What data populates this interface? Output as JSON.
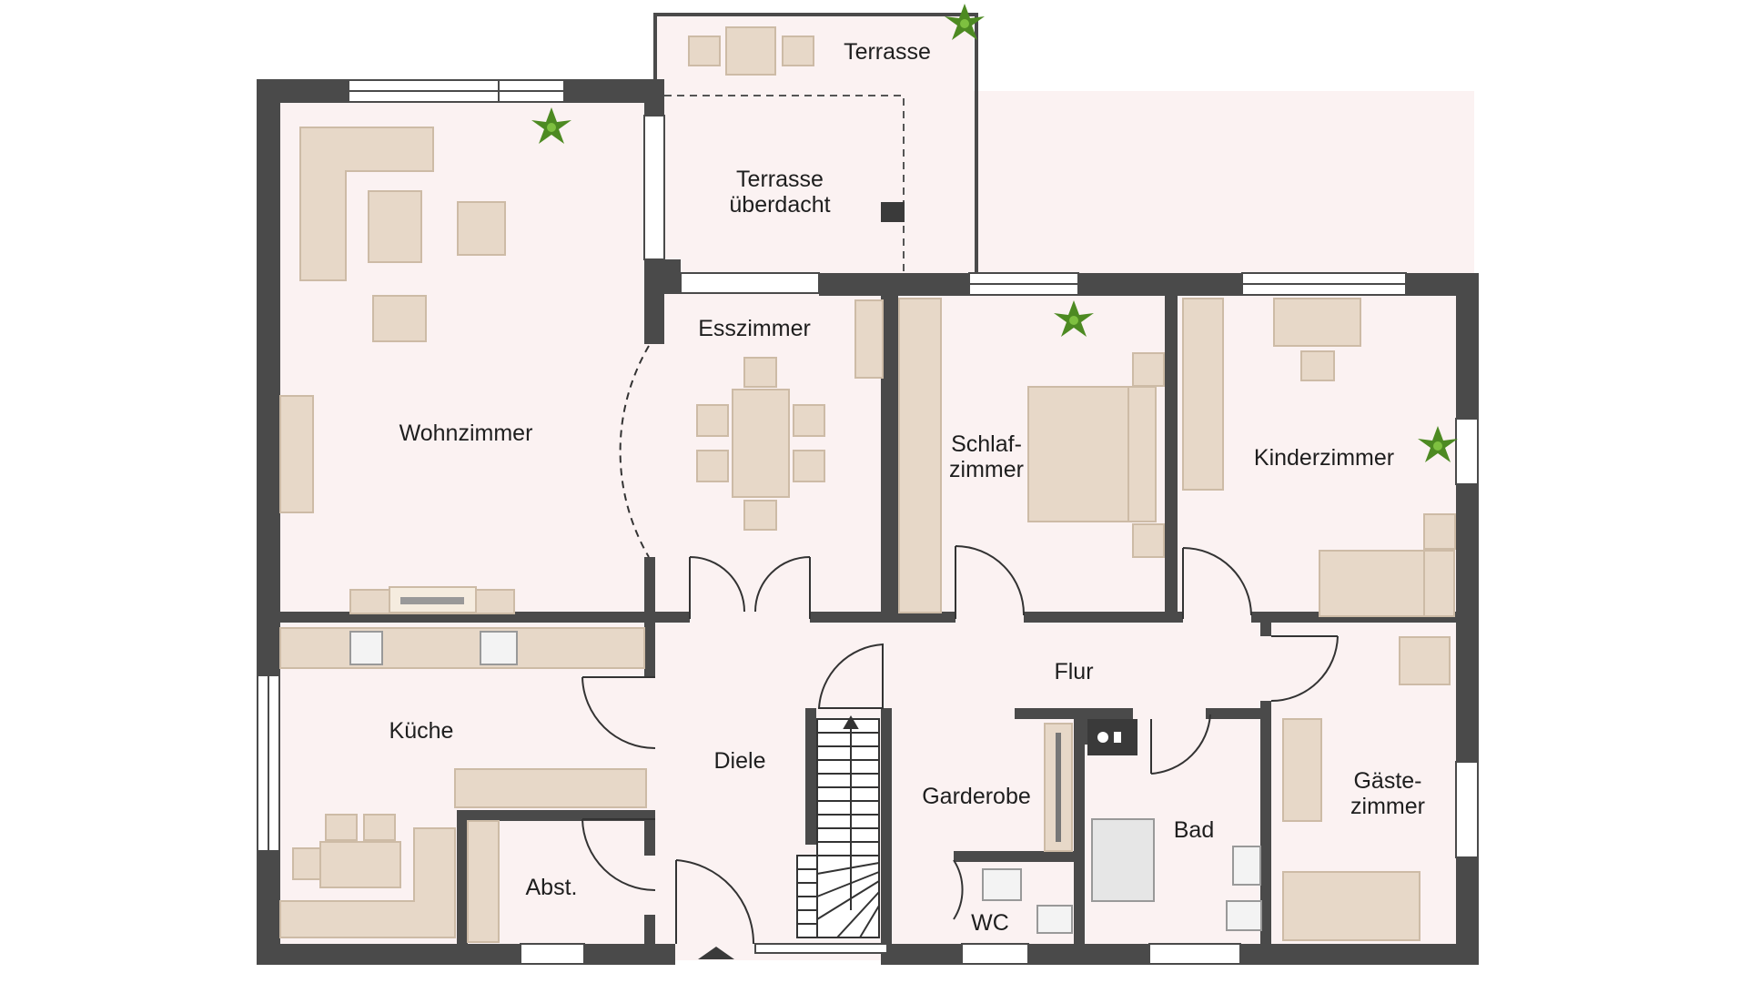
{
  "plan": {
    "colors": {
      "floor": "#fbf2f2",
      "terrace": "#fbf2f2",
      "wall": "#4a4a4a",
      "furniture": "#e7d8c8",
      "furniture_stroke": "#cdbba6",
      "plant": "#5a9a2a"
    },
    "rooms": [
      {
        "id": "terrasse",
        "lines": [
          "Terrasse"
        ]
      },
      {
        "id": "terrasse-ueberdacht",
        "lines": [
          "Terrasse",
          "überdacht"
        ]
      },
      {
        "id": "wohnzimmer",
        "lines": [
          "Wohnzimmer"
        ]
      },
      {
        "id": "esszimmer",
        "lines": [
          "Esszimmer"
        ]
      },
      {
        "id": "schlafzimmer",
        "lines": [
          "Schlaf-",
          "zimmer"
        ]
      },
      {
        "id": "kinderzimmer",
        "lines": [
          "Kinderzimmer"
        ]
      },
      {
        "id": "flur",
        "lines": [
          "Flur"
        ]
      },
      {
        "id": "kueche",
        "lines": [
          "Küche"
        ]
      },
      {
        "id": "diele",
        "lines": [
          "Diele"
        ]
      },
      {
        "id": "garderobe",
        "lines": [
          "Garderobe"
        ]
      },
      {
        "id": "bad",
        "lines": [
          "Bad"
        ]
      },
      {
        "id": "gaestezimmer",
        "lines": [
          "Gäste-",
          "zimmer"
        ]
      },
      {
        "id": "abst",
        "lines": [
          "Abst."
        ]
      },
      {
        "id": "wc",
        "lines": [
          "WC"
        ]
      }
    ]
  }
}
